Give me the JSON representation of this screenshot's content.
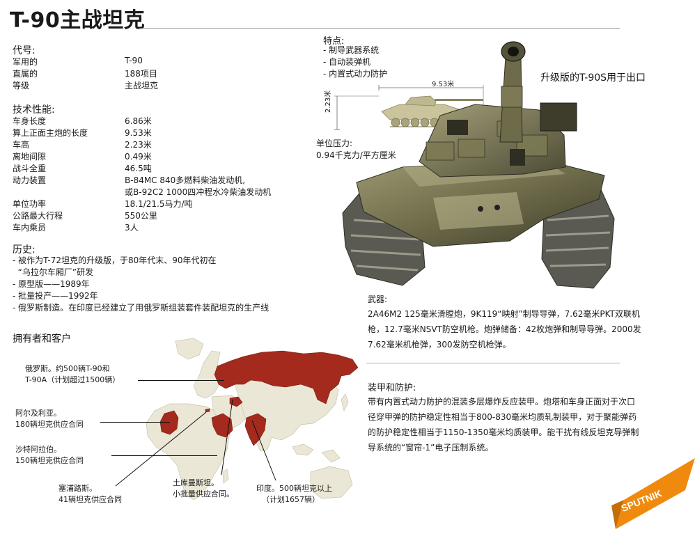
{
  "title": "T-90主战坦克",
  "designation": {
    "heading": "代号:",
    "rows": [
      {
        "k": "军用的",
        "v": "T-90"
      },
      {
        "k": "直属的",
        "v": "188项目"
      },
      {
        "k": "等级",
        "v": "主战坦克"
      }
    ]
  },
  "specs": {
    "heading": "技术性能:",
    "rows": [
      {
        "k": "车身长度",
        "v": "6.86米"
      },
      {
        "k": "算上正面主炮的长度",
        "v": "9.53米"
      },
      {
        "k": "车高",
        "v": "2.23米"
      },
      {
        "k": "离地间隙",
        "v": "0.49米"
      },
      {
        "k": "战斗全重",
        "v": "46.5吨"
      },
      {
        "k": "动力装置",
        "v": "B-84MC 840多燃料柴油发动机,"
      },
      {
        "k": "",
        "v": "或B-92C2 1000四冲程水冷柴油发动机"
      },
      {
        "k": "单位功率",
        "v": "18.1/21.5马力/吨"
      },
      {
        "k": "公路最大行程",
        "v": "550公里"
      },
      {
        "k": "车内乘员",
        "v": "3人"
      }
    ]
  },
  "history": {
    "heading": "历史:",
    "lines": [
      "- 被作为T-72坦克的升级版，于80年代末、90年代初在",
      "  “乌拉尔车厢厂”研发",
      "- 原型版——1989年",
      "- 批量投产——1992年",
      "- 俄罗斯制造。在印度已经建立了用俄罗斯组装套件装配坦克的生产线"
    ]
  },
  "owners": {
    "heading": "拥有者和客户",
    "labels": {
      "russia": [
        "俄罗斯。约500辆T-90和",
        "T-90A（计划超过1500辆）"
      ],
      "algeria": [
        "阿尔及利亚。",
        "180辆坦克供应合同"
      ],
      "saudi": [
        "沙特阿拉伯。",
        "150辆坦克供应合同"
      ],
      "cyprus": [
        "塞浦路斯。",
        "41辆坦克供应合同"
      ],
      "turkmenistan": [
        "土库曼斯坦。",
        "小批量供应合同。"
      ],
      "india": [
        "印度。500辆坦克以上",
        "（计划1657辆）"
      ]
    }
  },
  "features": {
    "heading": "特点:",
    "items": [
      "- 制导武器系统",
      "- 自动装弹机",
      "- 内置式动力防护"
    ]
  },
  "diagram": {
    "length_label": "9.53米",
    "height_label": "2.23米"
  },
  "pressure": {
    "heading": "单位压力:",
    "value": "0.94千克力/平方厘米"
  },
  "export_caption": "升级版的T-90S用于出口",
  "weapons": {
    "heading": "武器:",
    "lines": [
      "2A46M2 125毫米滑膛炮，9K119“映射”制导导弹，7.62毫米PKT双联机",
      "枪，12.7毫米NSVT防空机枪。炮弹储备：42枚炮弹和制导导弹。2000发",
      "7.62毫米机枪弹，300发防空机枪弹。"
    ]
  },
  "armor": {
    "heading": "装甲和防护:",
    "lines": [
      "带有内置式动力防护的混装多层爆炸反应装甲。炮塔和车身正面对于次口",
      "径穿甲弹的防护稳定性相当于800-830毫米均质轧制装甲，对于聚能弹药",
      "的防护稳定性相当于1150-1350毫米均质装甲。能干扰有线反坦克导弹制",
      "导系统的“窗帘-1”电子压制系统。"
    ]
  },
  "logo": {
    "text": "SPUTNIK"
  },
  "colors": {
    "highlight": "#a32a1c",
    "land": "#ebe7d6",
    "logo": "#f08a0e",
    "camo": "#8e8a62"
  }
}
